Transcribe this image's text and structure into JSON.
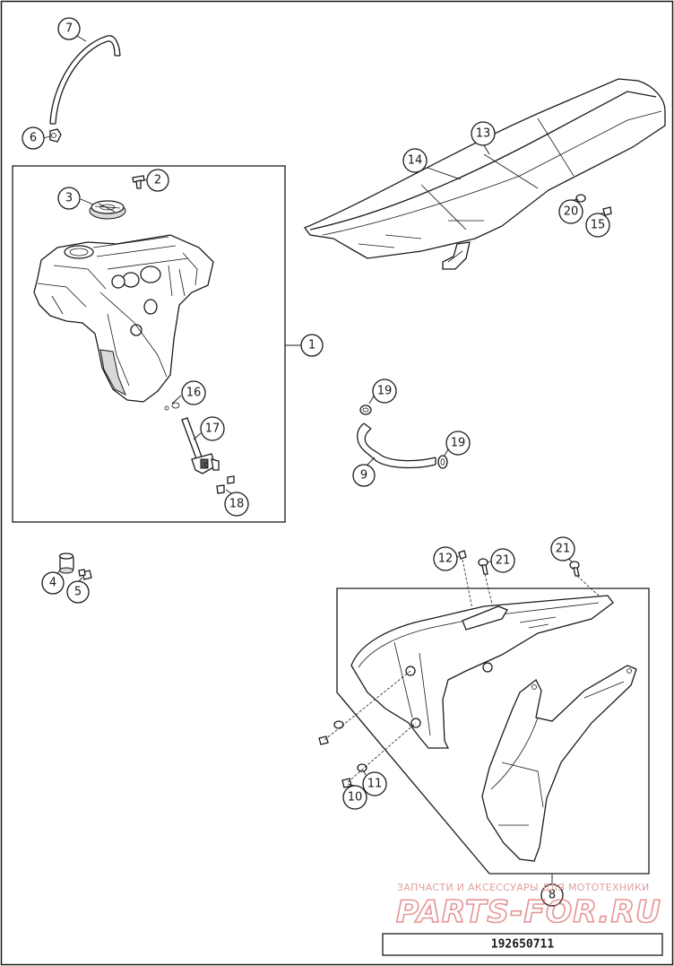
{
  "drawing_number": "192650711",
  "watermark": {
    "tagline": "ЗАПЧАСТИ И АКСЕССУАРЫ ДЛЯ МОТОТЕХНИКИ",
    "brand": "PARTS-FOR.RU",
    "color": "#e07070"
  },
  "callouts": [
    "1",
    "2",
    "3",
    "4",
    "5",
    "6",
    "7",
    "8",
    "9",
    "10",
    "11",
    "12",
    "13",
    "14",
    "15",
    "16",
    "17",
    "18",
    "19",
    "19",
    "20",
    "21",
    "21"
  ]
}
